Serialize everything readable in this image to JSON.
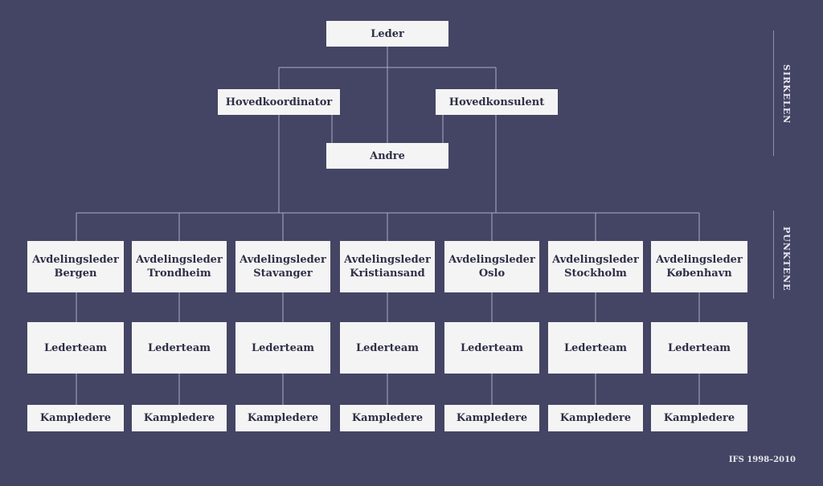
{
  "top": {
    "leder": "Leder"
  },
  "middle": {
    "hovedkoordinator": "Hovedkoordinator",
    "hovedkonsulent": "Hovedkonsulent",
    "andre": "Andre"
  },
  "departments": [
    {
      "title": "Avdelingsleder",
      "city": "Bergen",
      "team": "Lederteam",
      "leaders": "Kampledere"
    },
    {
      "title": "Avdelingsleder",
      "city": "Trondheim",
      "team": "Lederteam",
      "leaders": "Kampledere"
    },
    {
      "title": "Avdelingsleder",
      "city": "Stavanger",
      "team": "Lederteam",
      "leaders": "Kampledere"
    },
    {
      "title": "Avdelingsleder",
      "city": "Kristiansand",
      "team": "Lederteam",
      "leaders": "Kampledere"
    },
    {
      "title": "Avdelingsleder",
      "city": "Oslo",
      "team": "Lederteam",
      "leaders": "Kampledere"
    },
    {
      "title": "Avdelingsleder",
      "city": "Stockholm",
      "team": "Lederteam",
      "leaders": "Kampledere"
    },
    {
      "title": "Avdelingsleder",
      "city": "København",
      "team": "Lederteam",
      "leaders": "Kampledere"
    }
  ],
  "side_labels": {
    "circle": "SIRKELEN",
    "points": "PUNKTENE"
  },
  "footer": "IFS 1998–2010",
  "colors": {
    "background": "#444564",
    "box": "#f4f4f4",
    "text": "#2f2f47",
    "connector": "#a9aac2"
  }
}
